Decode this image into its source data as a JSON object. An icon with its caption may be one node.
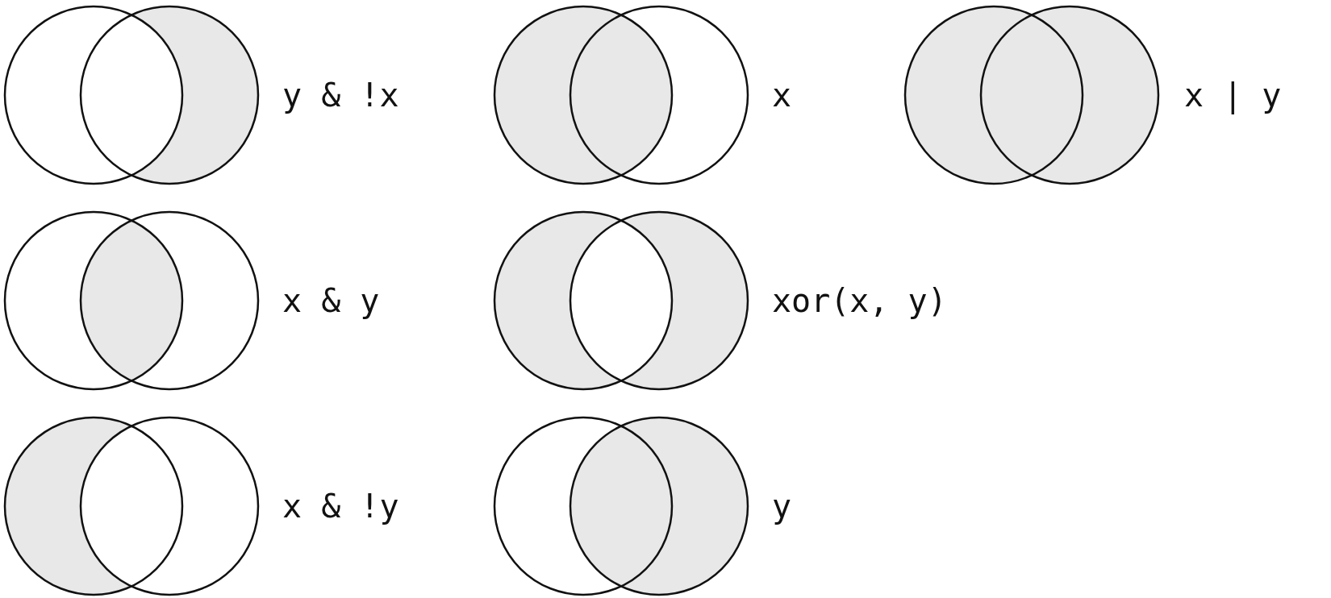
{
  "diagram": {
    "labels": [
      "y & !x",
      "x",
      "x | y",
      "x & y",
      "xor(x, y)",
      "x & !y",
      "y"
    ]
  }
}
